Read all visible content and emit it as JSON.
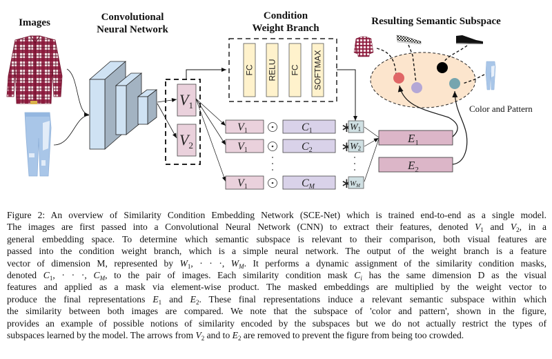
{
  "figure": {
    "titles": {
      "images": "Images",
      "cnn_line1": "Convolutional",
      "cnn_line2": "Neural Network",
      "cwb_line1": "Condition",
      "cwb_line2": "Weight Branch",
      "subspace": "Resulting Semantic Subspace"
    },
    "input_images": [
      "plaid-shirt",
      "ripped-jeans"
    ],
    "features": {
      "v1": "V",
      "v1_sub": "1",
      "v2": "V",
      "v2_sub": "2"
    },
    "weight_branch_layers": [
      "FC",
      "RELU",
      "FC",
      "SOFTMAX"
    ],
    "mask_rows": [
      {
        "v": "V",
        "v_sub": "1",
        "op": "⊙",
        "c": "C",
        "c_sub": "1",
        "mul": "∗",
        "w": "W",
        "w_sub": "1"
      },
      {
        "v": "V",
        "v_sub": "1",
        "op": "⊙",
        "c": "C",
        "c_sub": "2",
        "mul": "∗",
        "w": "W",
        "w_sub": "2"
      },
      {
        "v": "V",
        "v_sub": "1",
        "op": "⊙",
        "c": "C",
        "c_sub": "M",
        "mul": "∗",
        "w": "W",
        "w_sub": "M"
      }
    ],
    "ellipsis": "·",
    "embeddings": [
      {
        "e": "E",
        "e_sub": "1"
      },
      {
        "e": "E",
        "e_sub": "2"
      }
    ],
    "subspace": {
      "label": "Color and Pattern",
      "items": [
        "plaid-shirt",
        "checkered-sneaker",
        "black-shoe",
        "ripped-jeans"
      ],
      "points": [
        {
          "name": "red-point",
          "color": "#e06666"
        },
        {
          "name": "lavender-point",
          "color": "#b4a7d6"
        },
        {
          "name": "black-point",
          "color": "#000000"
        },
        {
          "name": "teal-point",
          "color": "#76a5af"
        }
      ]
    },
    "colors": {
      "cnn_front": "#cfe2f3",
      "cnn_side": "#a3b3c2",
      "feature_fill": "#ead1dc",
      "mask_fill": "#d9d2e9",
      "layer_fill": "#fff2cc",
      "weight_fill": "#d0e0e3",
      "embedding_fill": "#dcb6c8",
      "subspace_fill": "#fce5cd"
    }
  },
  "caption": {
    "lines": [
      "Figure 2: An overview of Similarity Condition Embedding Network (SCE-Net) which is trained end-to-end as a single model.",
      "The images are first passed into a Convolutional Neural Network (CNN) to extract their features, denoted V1 and V2, in a",
      "general embedding space.  To determine which semantic subspace is relevant to their comparison, both visual features are",
      "passed into the condition weight branch, which is a simple neural network.  The output of the weight branch is a feature",
      "vector of dimension M, represented by W1, · · ·, WM.  It performs a dynamic assignment of the similarity condition masks,",
      "denoted C1, · · ·, CM, to the pair of images.  Each similarity condition mask Ci has the same dimension D as the visual",
      "features and applied as a mask via element-wise product.  The masked embeddings are multiplied by the weight vector to",
      "produce the final representations E1 and E2.  These final representations induce a relevant semantic subspace within which",
      "the similarity between both images are compared.  We note that the subspace of 'color and pattern', shown in the figure,",
      "provides an example of possible notions of similarity encoded by the subspaces but we do not actually restrict the types of",
      "subspaces learned by the model. The arrows from V2 and to E2 are removed to prevent the figure from being too crowded."
    ],
    "segments": [
      [
        {
          "t": "Figure 2: An overview of Similarity Condition Embedding Network (SCE-Net) which is trained end-to-end as a single model."
        }
      ],
      [
        {
          "t": "The images are first passed into a Convolutional Neural Network (CNN) to extract their features, denoted "
        },
        {
          "m": "V",
          "s": "1"
        },
        {
          "t": " and "
        },
        {
          "m": "V",
          "s": "2"
        },
        {
          "t": ", in a"
        }
      ],
      [
        {
          "t": "general embedding space.  To determine which semantic subspace is relevant to their comparison, both visual features are"
        }
      ],
      [
        {
          "t": "passed into the condition weight branch, which is a simple neural network.  The output of the weight branch is a feature"
        }
      ],
      [
        {
          "t": "vector of dimension M, represented by "
        },
        {
          "m": "W",
          "s": "1"
        },
        {
          "t": ", · · ·, "
        },
        {
          "m": "W",
          "s": "M"
        },
        {
          "t": ".  It performs a dynamic assignment of the similarity condition masks,"
        }
      ],
      [
        {
          "t": "denoted "
        },
        {
          "m": "C",
          "s": "1"
        },
        {
          "t": ", · · ·, "
        },
        {
          "m": "C",
          "s": "M"
        },
        {
          "t": ", to the pair of images.  Each similarity condition mask "
        },
        {
          "m": "C",
          "s": "i"
        },
        {
          "t": " has the same dimension D as the visual"
        }
      ],
      [
        {
          "t": "features and applied as a mask via element-wise product.  The masked embeddings are multiplied by the weight vector to"
        }
      ],
      [
        {
          "t": "produce the final representations "
        },
        {
          "m": "E",
          "s": "1"
        },
        {
          "t": " and "
        },
        {
          "m": "E",
          "s": "2"
        },
        {
          "t": ". These final representations induce a relevant semantic subspace within which"
        }
      ],
      [
        {
          "t": "the similarity between both images are compared.  We note that the subspace of 'color and pattern', shown in the figure,"
        }
      ],
      [
        {
          "t": "provides an example of possible notions of similarity encoded by the subspaces but we do not actually restrict the types of"
        }
      ],
      [
        {
          "t": "subspaces learned by the model. The arrows from "
        },
        {
          "m": "V",
          "s": "2"
        },
        {
          "t": " and to "
        },
        {
          "m": "E",
          "s": "2"
        },
        {
          "t": " are removed to prevent the figure from being too crowded."
        }
      ]
    ]
  }
}
